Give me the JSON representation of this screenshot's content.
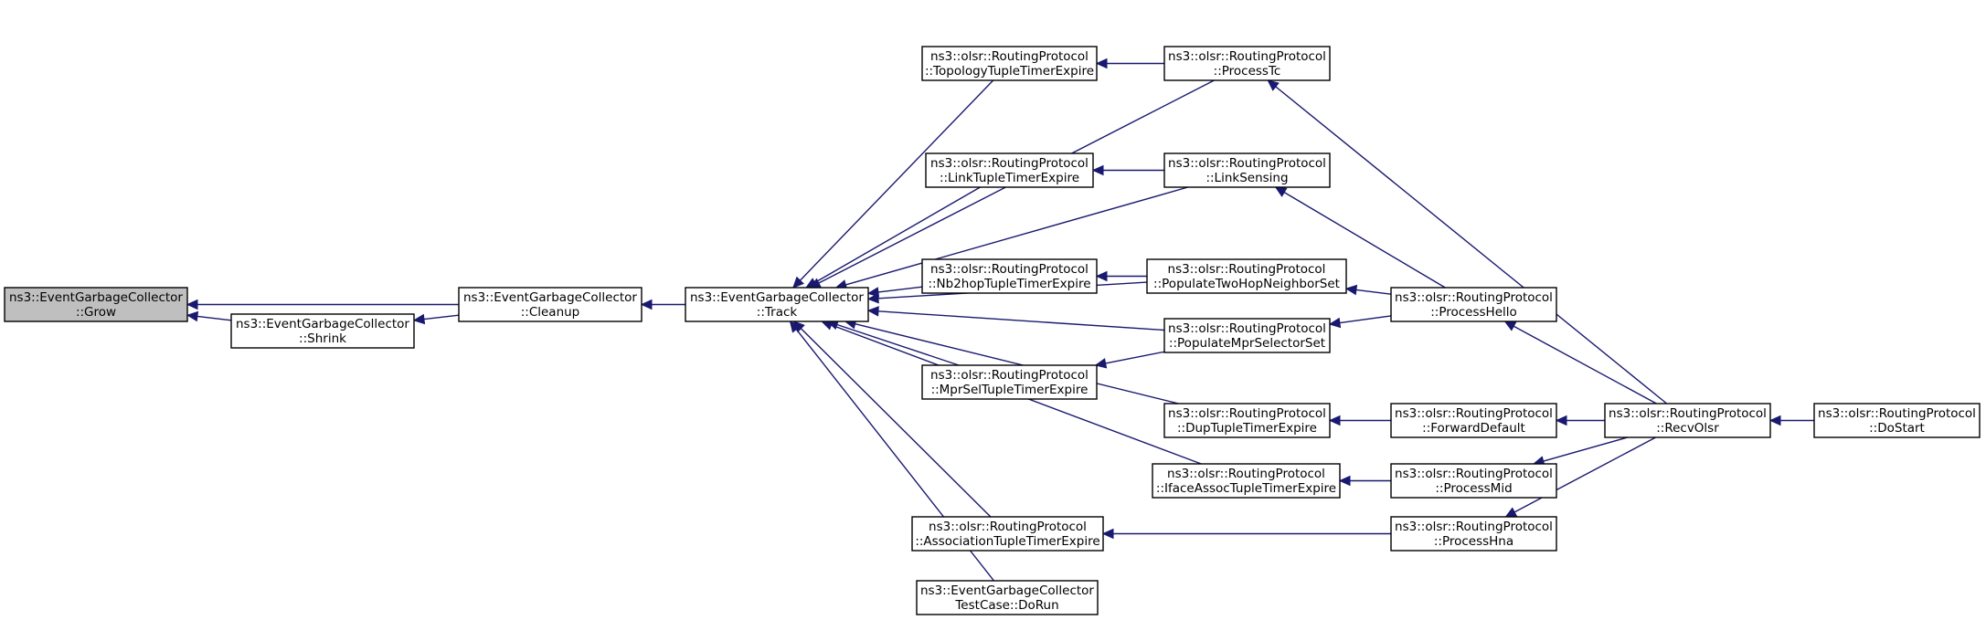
{
  "colors": {
    "edge": "#191970",
    "node_fill": "#ffffff",
    "highlight_fill": "#bfbfbf",
    "border": "#000000"
  },
  "nodes": [
    {
      "id": "grow",
      "line1": "ns3::EventGarbageCollector",
      "line2": "::Grow",
      "highlight": true
    },
    {
      "id": "shrink",
      "line1": "ns3::EventGarbageCollector",
      "line2": "::Shrink"
    },
    {
      "id": "cleanup",
      "line1": "ns3::EventGarbageCollector",
      "line2": "::Cleanup"
    },
    {
      "id": "track",
      "line1": "ns3::EventGarbageCollector",
      "line2": "::Track"
    },
    {
      "id": "topologyTupleTimerExpire",
      "line1": "ns3::olsr::RoutingProtocol",
      "line2": "::TopologyTupleTimerExpire"
    },
    {
      "id": "linkTupleTimerExpire",
      "line1": "ns3::olsr::RoutingProtocol",
      "line2": "::LinkTupleTimerExpire"
    },
    {
      "id": "nb2hopTupleTimerExpire",
      "line1": "ns3::olsr::RoutingProtocol",
      "line2": "::Nb2hopTupleTimerExpire"
    },
    {
      "id": "mprSelTupleTimerExpire",
      "line1": "ns3::olsr::RoutingProtocol",
      "line2": "::MprSelTupleTimerExpire"
    },
    {
      "id": "associationTupleTimerExpire",
      "line1": "ns3::olsr::RoutingProtocol",
      "line2": "::AssociationTupleTimerExpire"
    },
    {
      "id": "testCaseDoRun",
      "line1": "ns3::EventGarbageCollector",
      "line2": "TestCase::DoRun"
    },
    {
      "id": "processTc",
      "line1": "ns3::olsr::RoutingProtocol",
      "line2": "::ProcessTc"
    },
    {
      "id": "linkSensing",
      "line1": "ns3::olsr::RoutingProtocol",
      "line2": "::LinkSensing"
    },
    {
      "id": "populateTwoHop",
      "line1": "ns3::olsr::RoutingProtocol",
      "line2": "::PopulateTwoHopNeighborSet"
    },
    {
      "id": "populateMprSel",
      "line1": "ns3::olsr::RoutingProtocol",
      "line2": "::PopulateMprSelectorSet"
    },
    {
      "id": "dupTupleTimerExpire",
      "line1": "ns3::olsr::RoutingProtocol",
      "line2": "::DupTupleTimerExpire"
    },
    {
      "id": "ifaceAssocTupleTimerExpire",
      "line1": "ns3::olsr::RoutingProtocol",
      "line2": "::IfaceAssocTupleTimerExpire"
    },
    {
      "id": "processHello",
      "line1": "ns3::olsr::RoutingProtocol",
      "line2": "::ProcessHello"
    },
    {
      "id": "forwardDefault",
      "line1": "ns3::olsr::RoutingProtocol",
      "line2": "::ForwardDefault"
    },
    {
      "id": "processMid",
      "line1": "ns3::olsr::RoutingProtocol",
      "line2": "::ProcessMid"
    },
    {
      "id": "processHna",
      "line1": "ns3::olsr::RoutingProtocol",
      "line2": "::ProcessHna"
    },
    {
      "id": "recvOlsr",
      "line1": "ns3::olsr::RoutingProtocol",
      "line2": "::RecvOlsr"
    },
    {
      "id": "doStart",
      "line1": "ns3::olsr::RoutingProtocol",
      "line2": "::DoStart"
    }
  ],
  "edges": [
    {
      "from": "cleanup",
      "to": "grow"
    },
    {
      "from": "shrink",
      "to": "grow"
    },
    {
      "from": "cleanup",
      "to": "shrink"
    },
    {
      "from": "track",
      "to": "cleanup"
    },
    {
      "from": "processTc",
      "to": "track"
    },
    {
      "from": "linkSensing",
      "to": "track"
    },
    {
      "from": "populateTwoHop",
      "to": "track"
    },
    {
      "from": "topologyTupleTimerExpire",
      "to": "track"
    },
    {
      "from": "linkTupleTimerExpire",
      "to": "track"
    },
    {
      "from": "nb2hopTupleTimerExpire",
      "to": "track"
    },
    {
      "from": "populateMprSel",
      "to": "track"
    },
    {
      "from": "mprSelTupleTimerExpire",
      "to": "track"
    },
    {
      "from": "dupTupleTimerExpire",
      "to": "track"
    },
    {
      "from": "ifaceAssocTupleTimerExpire",
      "to": "track"
    },
    {
      "from": "associationTupleTimerExpire",
      "to": "track"
    },
    {
      "from": "testCaseDoRun",
      "to": "track"
    },
    {
      "from": "processTc",
      "to": "topologyTupleTimerExpire"
    },
    {
      "from": "linkSensing",
      "to": "linkTupleTimerExpire"
    },
    {
      "from": "populateTwoHop",
      "to": "nb2hopTupleTimerExpire"
    },
    {
      "from": "populateMprSel",
      "to": "mprSelTupleTimerExpire"
    },
    {
      "from": "processHello",
      "to": "linkSensing"
    },
    {
      "from": "processHello",
      "to": "populateTwoHop"
    },
    {
      "from": "processHello",
      "to": "populateMprSel"
    },
    {
      "from": "forwardDefault",
      "to": "dupTupleTimerExpire"
    },
    {
      "from": "processMid",
      "to": "ifaceAssocTupleTimerExpire"
    },
    {
      "from": "processHna",
      "to": "associationTupleTimerExpire"
    },
    {
      "from": "recvOlsr",
      "to": "processTc"
    },
    {
      "from": "recvOlsr",
      "to": "processHello"
    },
    {
      "from": "recvOlsr",
      "to": "forwardDefault"
    },
    {
      "from": "recvOlsr",
      "to": "processMid"
    },
    {
      "from": "recvOlsr",
      "to": "processHna"
    },
    {
      "from": "doStart",
      "to": "recvOlsr"
    }
  ]
}
